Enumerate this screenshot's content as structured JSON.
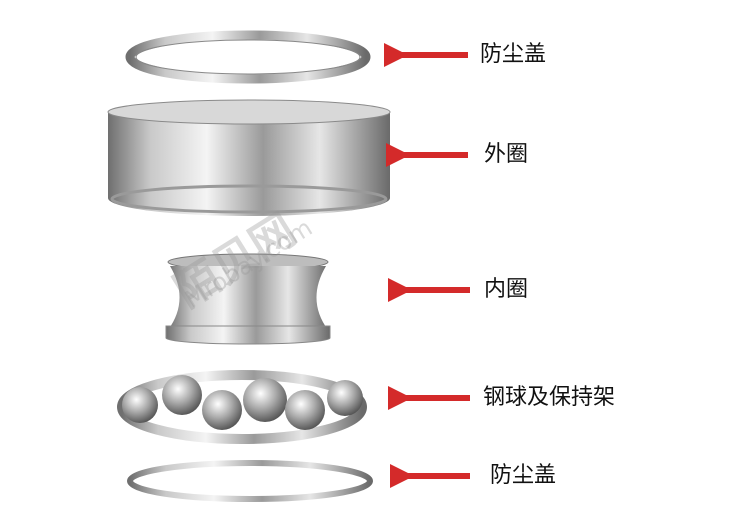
{
  "labels": {
    "top_dust_cap": "防尘盖",
    "outer_ring": "外圈",
    "inner_ring": "内圈",
    "balls_and_cage": "钢球及保持架",
    "bottom_dust_cap": "防尘盖"
  },
  "watermark": {
    "cn": "陌贝网",
    "en": "Mrobay.com"
  },
  "colors": {
    "arrow": "#d42a2a",
    "metal_light": "#f2f2f2",
    "metal_dark": "#7a7a7a"
  }
}
